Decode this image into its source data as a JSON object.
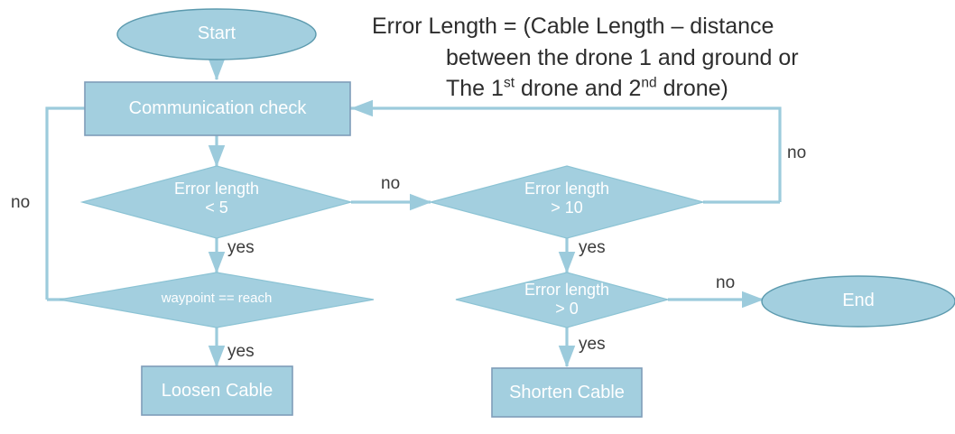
{
  "diagram": {
    "title_formula": {
      "line1": "Error Length = (Cable Length – distance",
      "line2": "between the drone 1 and ground or",
      "line3_a": "The 1",
      "line3_sup1": "st",
      "line3_b": " drone and 2",
      "line3_sup2": "nd",
      "line3_c": " drone)"
    },
    "colors": {
      "node_fill": "#a3cfdf",
      "rect_border": "#7f9db9",
      "ellipse_border": "#5c9aae",
      "diamond_border": "#8cc3d4",
      "connector": "#9ccbdc",
      "node_text": "#ffffff",
      "edge_label_text": "#3b3b3b",
      "formula_text": "#2d2d2d",
      "background": "#ffffff"
    },
    "nodes": [
      {
        "id": "start",
        "shape": "ellipse",
        "label": "Start",
        "font_size": 20
      },
      {
        "id": "communication-check",
        "shape": "rectangle",
        "label": "Communication check",
        "font_size": 20
      },
      {
        "id": "error-length-lt-5",
        "shape": "diamond",
        "label": "Error length\n< 5",
        "font_size": 18
      },
      {
        "id": "error-length-gt-10",
        "shape": "diamond",
        "label": "Error length\n> 10",
        "font_size": 18
      },
      {
        "id": "waypoint-reach",
        "shape": "diamond",
        "label": "waypoint == reach",
        "font_size": 15
      },
      {
        "id": "error-length-gt-0",
        "shape": "diamond",
        "label": "Error length\n> 0",
        "font_size": 18
      },
      {
        "id": "loosen-cable",
        "shape": "rectangle",
        "label": "Loosen Cable",
        "font_size": 20
      },
      {
        "id": "shorten-cable",
        "shape": "rectangle",
        "label": "Shorten Cable",
        "font_size": 20
      },
      {
        "id": "end",
        "shape": "ellipse",
        "label": "End",
        "font_size": 20
      }
    ],
    "edge_labels": [
      {
        "id": "no-left-loop",
        "text": "no"
      },
      {
        "id": "no-lt5-to-gt10",
        "text": "no"
      },
      {
        "id": "no-gt10-loop",
        "text": "no"
      },
      {
        "id": "no-gt0-to-end",
        "text": "no"
      },
      {
        "id": "yes-lt5-to-waypoint",
        "text": "yes"
      },
      {
        "id": "yes-waypoint-to-loosen",
        "text": "yes"
      },
      {
        "id": "yes-gt10-to-gt0",
        "text": "yes"
      },
      {
        "id": "yes-gt0-to-shorten",
        "text": "yes"
      }
    ]
  }
}
